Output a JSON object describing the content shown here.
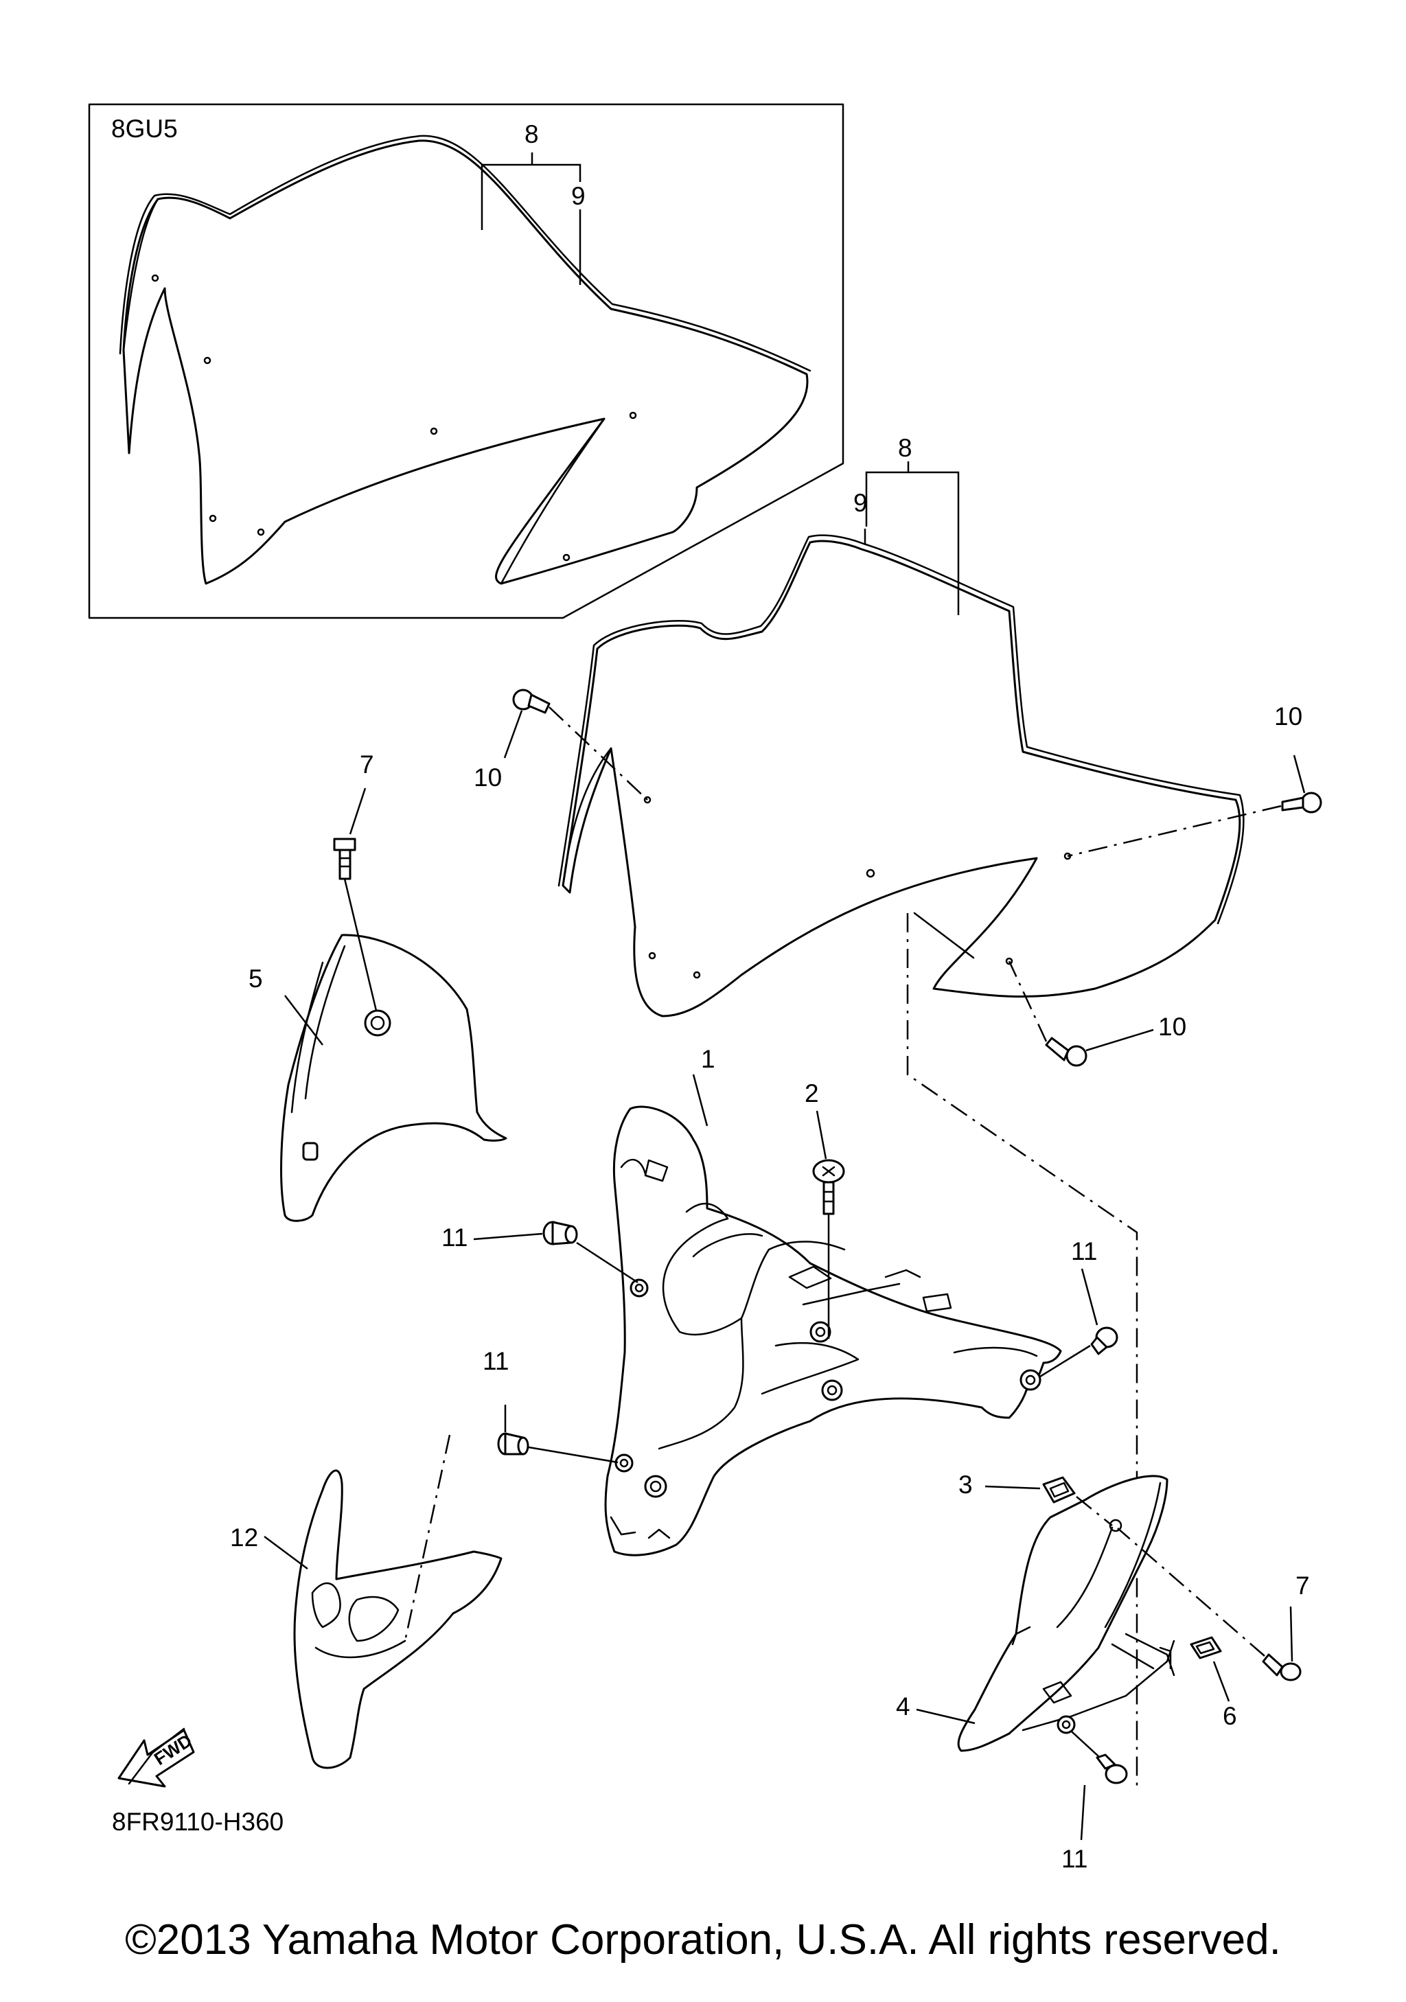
{
  "inset": {
    "model_code": "8GU5",
    "labels": [
      "8",
      "9"
    ]
  },
  "callouts": {
    "c1": "1",
    "c2": "2",
    "c3": "3",
    "c4": "4",
    "c5": "5",
    "c6": "6",
    "c7a": "7",
    "c7b": "7",
    "c8": "8",
    "c9": "9",
    "c10a": "10",
    "c10b": "10",
    "c10c": "10",
    "c11a": "11",
    "c11b": "11",
    "c11c": "11",
    "c11d": "11",
    "c12": "12"
  },
  "fwd_arrow_text": "FWD",
  "figure_code": "8FR9110-H360",
  "copyright": "©2013 Yamaha Motor Corporation, U.S.A. All rights reserved."
}
